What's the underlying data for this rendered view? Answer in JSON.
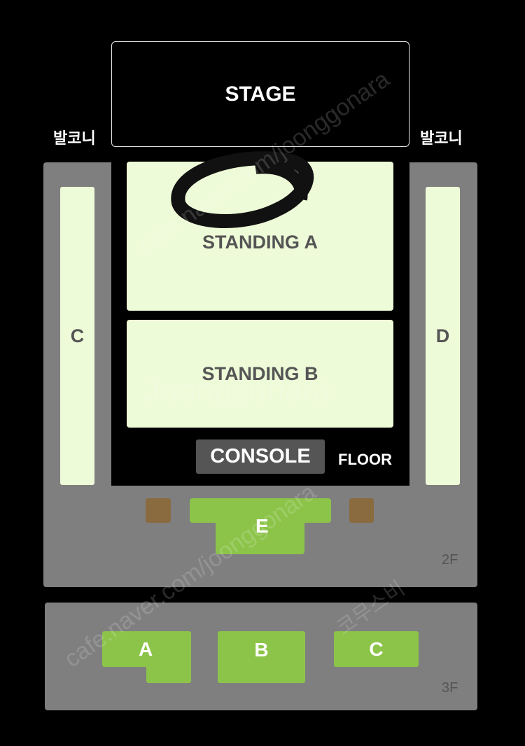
{
  "stage": {
    "label": "STAGE"
  },
  "balcony": {
    "left": "발코니",
    "right": "발코니"
  },
  "floor": {
    "standing_a": "STANDING A",
    "standing_b": "STANDING B",
    "console": "CONSOLE",
    "label": "FLOOR"
  },
  "level2": {
    "section_c": "C",
    "section_d": "D",
    "section_e": "E",
    "label": "2F"
  },
  "level3": {
    "section_a": "A",
    "section_b": "B",
    "section_c": "C",
    "label": "3F"
  },
  "watermarks": {
    "site": "cafe.naver.com/joonggonara",
    "brand": "Joonggonara",
    "sub": "코무스비"
  },
  "colors": {
    "standing": "#eefbd8",
    "seat_green": "#8cc44a",
    "tier_gray": "#7f7f7f",
    "console": "#555555",
    "brown_box": "#8a6a3f"
  }
}
